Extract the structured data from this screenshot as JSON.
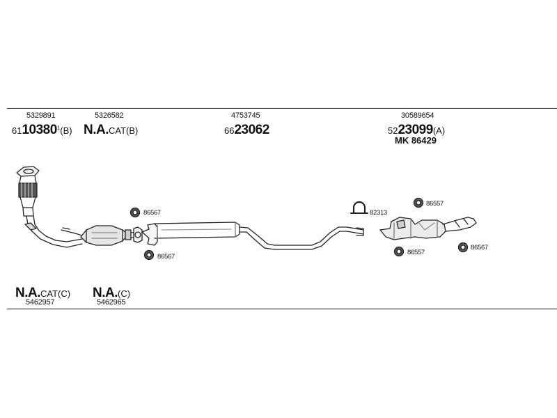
{
  "top_parts": [
    {
      "ref": "5329891",
      "prefix": "61",
      "bold": "10380",
      "sup": "1",
      "suffix": "(B)"
    },
    {
      "ref": "5326582",
      "prefix": "",
      "bold": "N.A.",
      "sup": "",
      "suffix": "CAT(B)"
    },
    {
      "ref": "4753745",
      "prefix": "66",
      "bold": "23062",
      "sup": "",
      "suffix": ""
    },
    {
      "ref": "30589654",
      "prefix": "52",
      "bold": "23099",
      "sup": "",
      "suffix": "(A)"
    }
  ],
  "mk_label": "MK  86429",
  "bottom_parts": [
    {
      "bold": "N.A.",
      "suffix": "CAT(C)",
      "ref": "5462957"
    },
    {
      "bold": "N.A.",
      "suffix": "(C)",
      "ref": "5462965"
    }
  ],
  "callouts": {
    "c1": "86567",
    "c2": "86567",
    "c3": "82313",
    "c4": "86557",
    "c5": "86557",
    "c6": "86567"
  }
}
